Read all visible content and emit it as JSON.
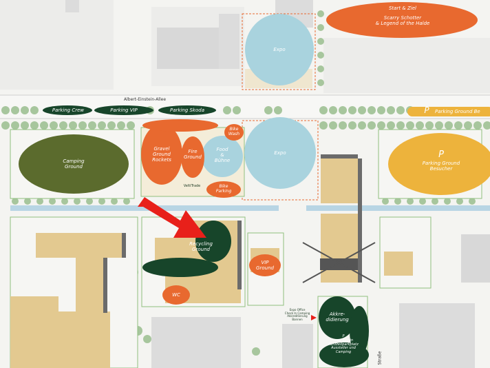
{
  "map": {
    "streets": {
      "albert_einstein": "Albert-Einstein-Allee",
      "strasse": "Straße"
    },
    "zones": {
      "start_ziel": {
        "title": "Start & Ziel",
        "sub": "Scarry Schotter\n& Legend of the Halde"
      },
      "expo_north": "Expo",
      "expo_center": "Expo",
      "parking_crew": "Parking Crew",
      "parking_vip": "Parking VIP",
      "parking_skoda": "Parking Skoda",
      "parking_ground_besucher_strip": "Parking Ground Be",
      "camping_ground": "Camping\nGround",
      "gravel_ground": "Gravel\nGround\nRockets",
      "fire_ground": "Fire\nGround",
      "bike_wash": "Bike\nWash",
      "food_buehne": "Food\n&\nBühne",
      "bike_parking": "Bike\nParking",
      "veltitrade": "VeltiTrade",
      "parking_ground_besucher": "Parking Ground\nBesucher",
      "parking_p": "P",
      "recycling_ground": "Recycling\nGround",
      "vip_ground": "VIP\nGround",
      "wc": "WC",
      "akkreditierung": "Akkre-\ndidierung",
      "expo_office": "Expo Office\nCheck In Camping\nAkkreditierung\nBannen",
      "kurzzeit": "P\nmax 30min\nKurzzeitparkplatz\nAussteller und\nCamping"
    },
    "colors": {
      "orange": "#e8692f",
      "blue": "#a9d3de",
      "dark_green": "#17452a",
      "olive": "#5b6b2d",
      "yellow": "#edb33c",
      "building": "#e3c990",
      "tree": "#a7c69d",
      "canal": "#b8d5e4",
      "arrow": "#e8201a"
    }
  }
}
